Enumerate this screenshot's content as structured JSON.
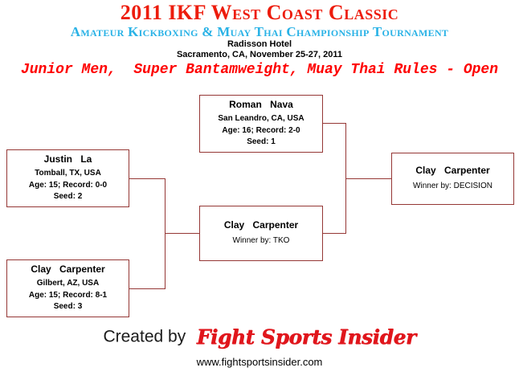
{
  "header": {
    "title": "2011 IKF West Coast Classic",
    "subtitle": "Amateur Kickboxing & Muay Thai Championship Tournament",
    "venue": "Radisson Hotel",
    "location_date": "Sacramento, CA, November 25-27, 2011",
    "division": "Junior Men,  Super Bantamweight, Muay Thai Rules - Open"
  },
  "bracket": {
    "seed1": {
      "name": "Roman Nava",
      "hometown": "San Leandro, CA, USA",
      "record": "Age: 16; Record: 2-0",
      "seed": "Seed: 1"
    },
    "seed2": {
      "name": "Justin La",
      "hometown": "Tomball, TX, USA",
      "record": "Age: 15; Record: 0-0",
      "seed": "Seed: 2"
    },
    "seed3": {
      "name": "Clay Carpenter",
      "hometown": "Gilbert, AZ, USA",
      "record": "Age: 15; Record: 8-1",
      "seed": "Seed: 3"
    },
    "semifinal_winner": {
      "name": "Clay Carpenter",
      "result": "Winner by: TKO"
    },
    "final_winner": {
      "name": "Clay Carpenter",
      "result": "Winner by: DECISION"
    }
  },
  "footer": {
    "created_by": "Created by",
    "brand": "Fight Sports Insider",
    "website": "www.fightsportsinsider.com"
  },
  "colors": {
    "title_red": "#ed1c0c",
    "subtitle_cyan": "#29b2e6",
    "division_red": "#fe0000",
    "box_border": "#953735",
    "brand_red": "#e0161c",
    "text_black": "#000000"
  }
}
